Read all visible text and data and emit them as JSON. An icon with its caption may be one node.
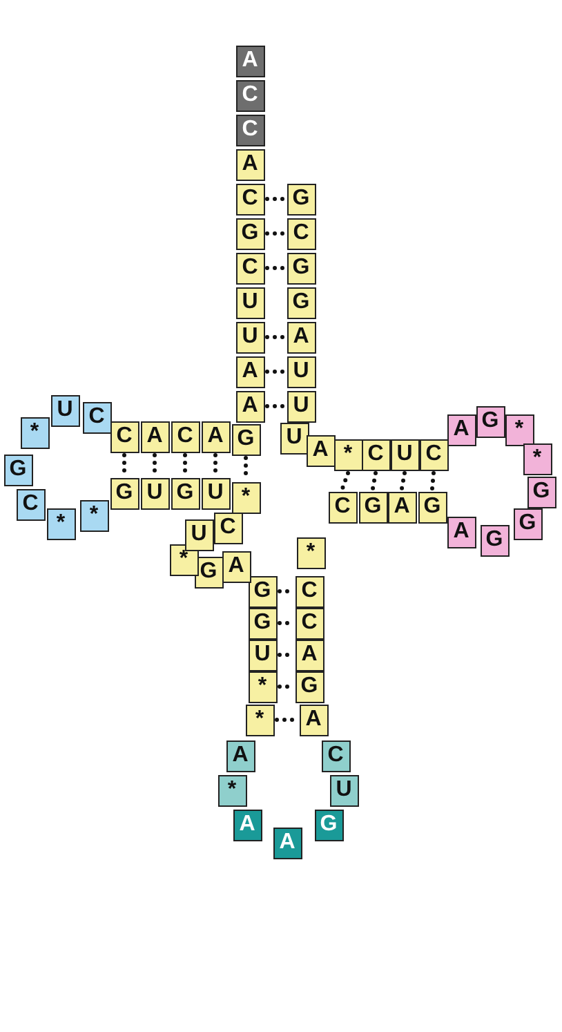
{
  "diagram": {
    "nodes": [
      {
        "text": [
          "G"
        ]
      },
      {
        "text": [
          "C"
        ]
      },
      {
        "text": [
          "G"
        ]
      },
      {
        "text": [
          "G"
        ]
      },
      {
        "text": [
          "A"
        ]
      },
      {
        "text": [
          "U"
        ]
      },
      {
        "text": [
          "U"
        ]
      },
      {
        "text": [
          "U"
        ]
      },
      {
        "text": [
          "A"
        ]
      },
      {
        "text": [
          "*"
        ]
      },
      {
        "text": [
          "C"
        ]
      },
      {
        "text": [
          "U"
        ]
      },
      {
        "text": [
          "C"
        ]
      },
      {
        "text": [
          "A"
        ]
      },
      {
        "text": [
          "G"
        ]
      },
      {
        "text": [
          "*"
        ]
      },
      {
        "text": [
          "*"
        ]
      },
      {
        "text": [
          "G"
        ]
      },
      {
        "text": [
          "G"
        ]
      },
      {
        "text": [
          "G"
        ]
      },
      {
        "text": [
          "A"
        ]
      },
      {
        "text": [
          "G"
        ]
      },
      {
        "text": [
          "A"
        ]
      },
      {
        "text": [
          "G"
        ]
      },
      {
        "text": [
          "C"
        ]
      },
      {
        "text": [
          "*"
        ]
      },
      {
        "text": [
          "C"
        ]
      },
      {
        "text": [
          "C"
        ]
      },
      {
        "text": [
          "A"
        ]
      },
      {
        "text": [
          "G"
        ]
      },
      {
        "text": [
          "A"
        ]
      },
      {
        "text": [
          "C"
        ]
      },
      {
        "text": [
          "U"
        ]
      },
      {
        "text": [
          "G"
        ]
      },
      {
        "text": [
          "A"
        ]
      },
      {
        "text": [
          "A"
        ]
      },
      {
        "text": [
          "*"
        ]
      },
      {
        "text": [
          "A"
        ]
      },
      {
        "text": [
          "*"
        ]
      },
      {
        "text": [
          "*"
        ]
      },
      {
        "text": [
          "U"
        ]
      },
      {
        "text": [
          "G"
        ]
      },
      {
        "text": [
          "G"
        ]
      },
      {
        "text": [
          "A"
        ]
      },
      {
        "text": [
          "G"
        ]
      },
      {
        "text": [
          "*"
        ]
      },
      {
        "text": [
          "U"
        ]
      },
      {
        "text": [
          "C"
        ]
      },
      {
        "text": [
          "*"
        ]
      },
      {
        "text": [
          "U"
        ]
      },
      {
        "text": [
          "G"
        ]
      },
      {
        "text": [
          "U"
        ]
      },
      {
        "text": [
          "G"
        ]
      },
      {
        "text": [
          "*"
        ]
      },
      {
        "text": [
          "*"
        ]
      },
      {
        "text": [
          "C"
        ]
      },
      {
        "text": [
          "G"
        ]
      },
      {
        "text": [
          "*"
        ]
      },
      {
        "text": [
          "U"
        ]
      },
      {
        "text": [
          "C"
        ]
      },
      {
        "text": [
          "C"
        ]
      },
      {
        "text": [
          "A"
        ]
      },
      {
        "text": [
          "C"
        ]
      },
      {
        "text": [
          "A"
        ]
      },
      {
        "text": [
          "G"
        ]
      },
      {
        "text": [
          "A"
        ]
      },
      {
        "text": [
          "A"
        ]
      },
      {
        "text": [
          "U"
        ]
      },
      {
        "text": [
          "U"
        ]
      },
      {
        "text": [
          "C"
        ]
      },
      {
        "text": [
          "G"
        ]
      },
      {
        "text": [
          "C"
        ]
      },
      {
        "text": [
          "A"
        ]
      },
      {
        "text": [
          "C"
        ]
      },
      {
        "text": [
          "C"
        ]
      },
      {
        "text": [
          "A"
        ]
      }
    ],
    "edges": [
      {
        "from": 71,
        "to": 0,
        "arrow": "none",
        "style": "dashed"
      },
      {
        "from": 70,
        "to": 1,
        "arrow": "none",
        "style": "dashed"
      },
      {
        "from": 69,
        "to": 2,
        "arrow": "none",
        "style": "dashed"
      },
      {
        "from": 67,
        "to": 4,
        "arrow": "none",
        "style": "dashed"
      },
      {
        "from": 66,
        "to": 5,
        "arrow": "none",
        "style": "dashed"
      },
      {
        "from": 65,
        "to": 6,
        "arrow": "none",
        "style": "dashed"
      },
      {
        "from": 9,
        "to": 24,
        "arrow": "none",
        "style": "dashed"
      },
      {
        "from": 10,
        "to": 23,
        "arrow": "none",
        "style": "dashed"
      },
      {
        "from": 11,
        "to": 22,
        "arrow": "none",
        "style": "dashed"
      },
      {
        "from": 12,
        "to": 21,
        "arrow": "none",
        "style": "dashed"
      },
      {
        "from": 42,
        "to": 26,
        "arrow": "none",
        "style": "dashed"
      },
      {
        "from": 41,
        "to": 27,
        "arrow": "none",
        "style": "dashed"
      },
      {
        "from": 40,
        "to": 28,
        "arrow": "none",
        "style": "dashed"
      },
      {
        "from": 39,
        "to": 29,
        "arrow": "none",
        "style": "dashed"
      },
      {
        "from": 38,
        "to": 30,
        "arrow": "none",
        "style": "dashed"
      },
      {
        "from": 60,
        "to": 52,
        "arrow": "none",
        "style": "dashed"
      },
      {
        "from": 61,
        "to": 51,
        "arrow": "none",
        "style": "dashed"
      },
      {
        "from": 62,
        "to": 50,
        "arrow": "none",
        "style": "dashed"
      },
      {
        "from": 63,
        "to": 49,
        "arrow": "none",
        "style": "dashed"
      },
      {
        "from": 64,
        "to": 48,
        "arrow": "none",
        "style": "dashed"
      }
    ]
  }
}
